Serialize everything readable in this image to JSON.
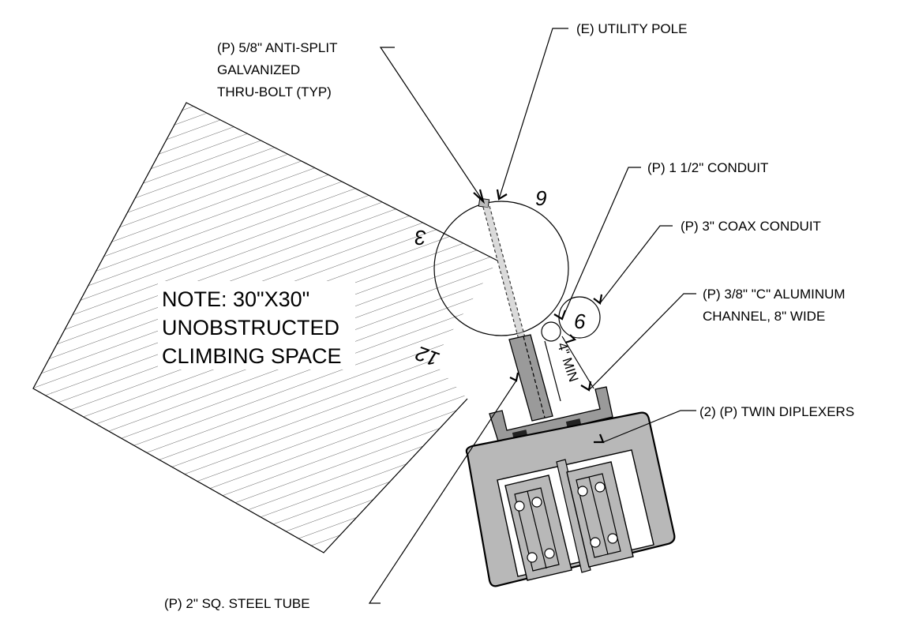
{
  "labels": {
    "thru_bolt": [
      "(P) 5/8\" ANTI-SPLIT",
      "GALVANIZED",
      "THRU-BOLT (TYP)"
    ],
    "utility_pole": "(E) UTILITY POLE",
    "conduit_1_5": "(P) 1 1/2\" CONDUIT",
    "coax_conduit": "(P) 3\" COAX CONDUIT",
    "channel": [
      "(P) 3/8\" \"C\" ALUMINUM",
      "CHANNEL, 8\" WIDE"
    ],
    "diplexers": "(2) (P) TWIN DIPLEXERS",
    "steel_tube": "(P) 2\" SQ. STEEL TUBE"
  },
  "note": [
    "NOTE: 30\"X30\"",
    "UNOBSTRUCTED",
    "CLIMBING SPACE"
  ],
  "clock_positions": {
    "top": "9",
    "left": "3",
    "bottom_left": "12",
    "conduit": "6"
  },
  "dimension": "4\" MIN"
}
